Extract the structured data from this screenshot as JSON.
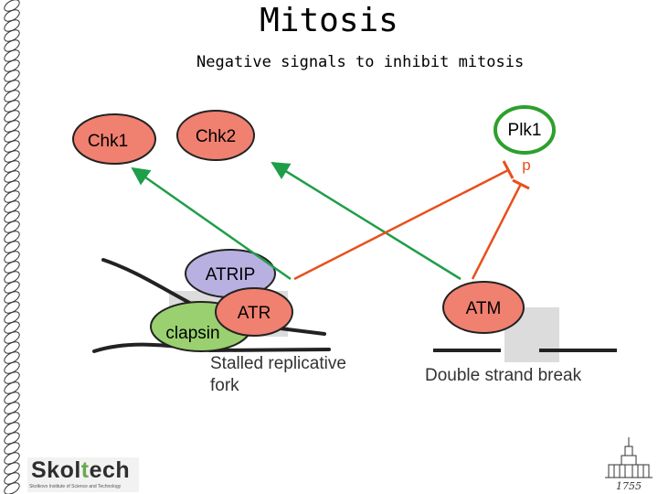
{
  "slide": {
    "title": "Mitosis",
    "subtitle": "Negative signals to inhibit mitosis"
  },
  "diagram": {
    "nodes": {
      "chk1": "Chk1",
      "chk2": "Chk2",
      "plk1": "Plk1",
      "p": "p",
      "atrip": "ATRIP",
      "atr": "ATR",
      "clapsin": "clapsin",
      "atm": "ATM"
    },
    "labels": {
      "stalled_line1": "Stalled replicative",
      "stalled_line2": "fork",
      "dsb": "Double strand break"
    },
    "colors": {
      "kinase_red": "#f08070",
      "plk1_ring": "#2ca02c",
      "atrip_purple": "#b8b0e0",
      "clapsin_green": "#9ad070",
      "activation_arrow": "#1f9e4a",
      "inhibition_arrow": "#e8501c"
    }
  },
  "footer": {
    "logo_prefix": "Skol",
    "logo_accent": "t",
    "logo_suffix": "ech",
    "logo_tagline": "Skolkovo Institute of Science and Technology",
    "year": "1755"
  }
}
